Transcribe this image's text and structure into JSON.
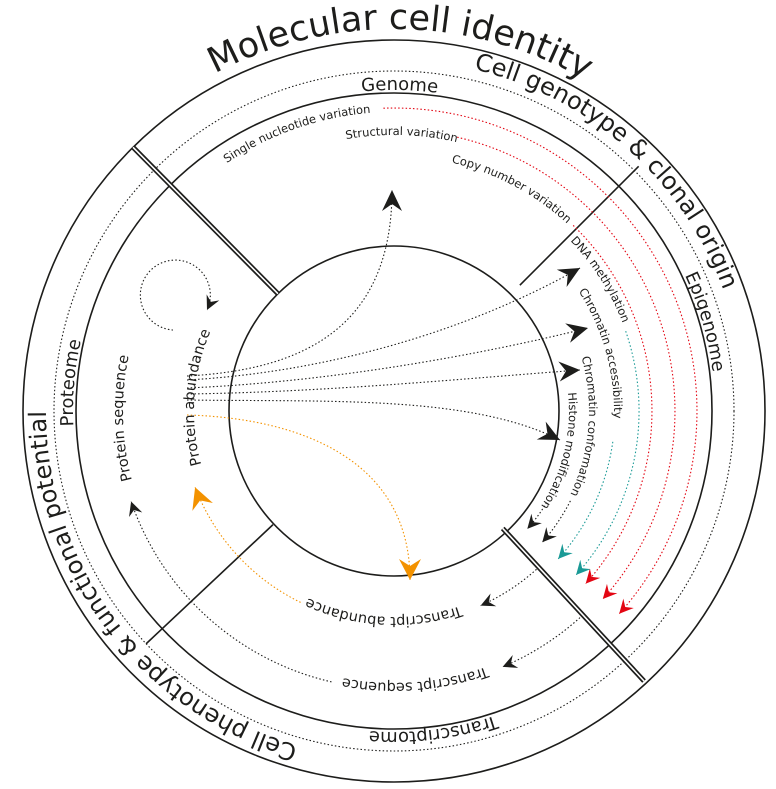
{
  "title": "Molecular cell identity",
  "regions": {
    "genotype": "Cell genotype & clonal origin",
    "phenotype": "Cell phenotype & functional potential"
  },
  "layers": {
    "genome": "Genome",
    "epigenome": "Epigenome",
    "proteome": "Proteome",
    "transcriptome": "Transcriptome"
  },
  "features": {
    "snv": "Single nucleotide variation",
    "structural": "Structural variation",
    "copy_number": "Copy number variation",
    "dna_methylation": "DNA methylation",
    "chromatin_accessibility": "Chromatin accessibility",
    "chromatin_conformation": "Chromatin conformation",
    "histone_modification": "Histone modification",
    "protein_abundance": "Protein abundance",
    "protein_sequence": "Protein sequence",
    "transcript_abundance": "Transcript abundance",
    "transcript_sequence": "Transcript sequence"
  },
  "colors": {
    "ink": "#1d1d1b",
    "genome_links": "#e30613",
    "epigenome_links": "#1a9a96",
    "transcript_protein_link": "#f39200"
  }
}
